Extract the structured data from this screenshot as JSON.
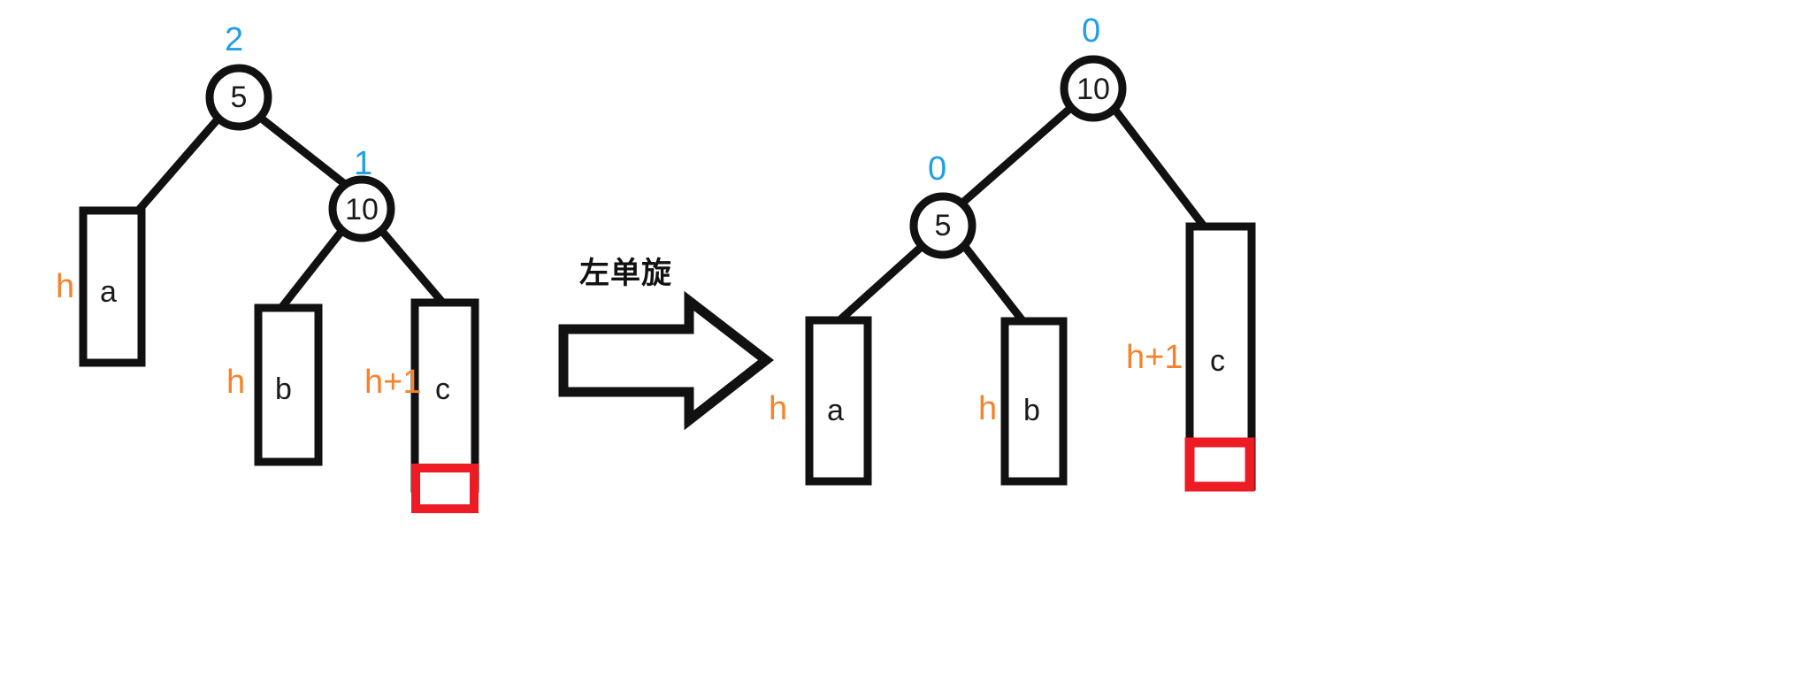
{
  "diagram": {
    "title_text": "左单旋",
    "colors": {
      "stroke": "#111111",
      "balance_factor": "#1e9fe6",
      "height_label": "#f6822c",
      "highlight": "#ed1c24",
      "background": "#ffffff"
    },
    "operation": {
      "label": "左单旋",
      "arrow_icon": "right-block-arrow-icon"
    },
    "before": {
      "name": "before-rotation-tree",
      "nodes": [
        {
          "id": "root",
          "value": "5",
          "balance_factor": "2"
        },
        {
          "id": "right-child",
          "value": "10",
          "balance_factor": "1"
        }
      ],
      "subtrees": [
        {
          "id": "a",
          "value": "a",
          "height": "h",
          "highlighted": false
        },
        {
          "id": "b",
          "value": "b",
          "height": "h",
          "highlighted": false
        },
        {
          "id": "c",
          "value": "c",
          "height": "h+1",
          "highlighted": true
        }
      ]
    },
    "after": {
      "name": "after-rotation-tree",
      "nodes": [
        {
          "id": "root",
          "value": "10",
          "balance_factor": "0"
        },
        {
          "id": "left-child",
          "value": "5",
          "balance_factor": "0"
        }
      ],
      "subtrees": [
        {
          "id": "a",
          "value": "a",
          "height": "h",
          "highlighted": false
        },
        {
          "id": "b",
          "value": "b",
          "height": "h",
          "highlighted": false
        },
        {
          "id": "c",
          "value": "c",
          "height": "h+1",
          "highlighted": true
        }
      ]
    }
  }
}
